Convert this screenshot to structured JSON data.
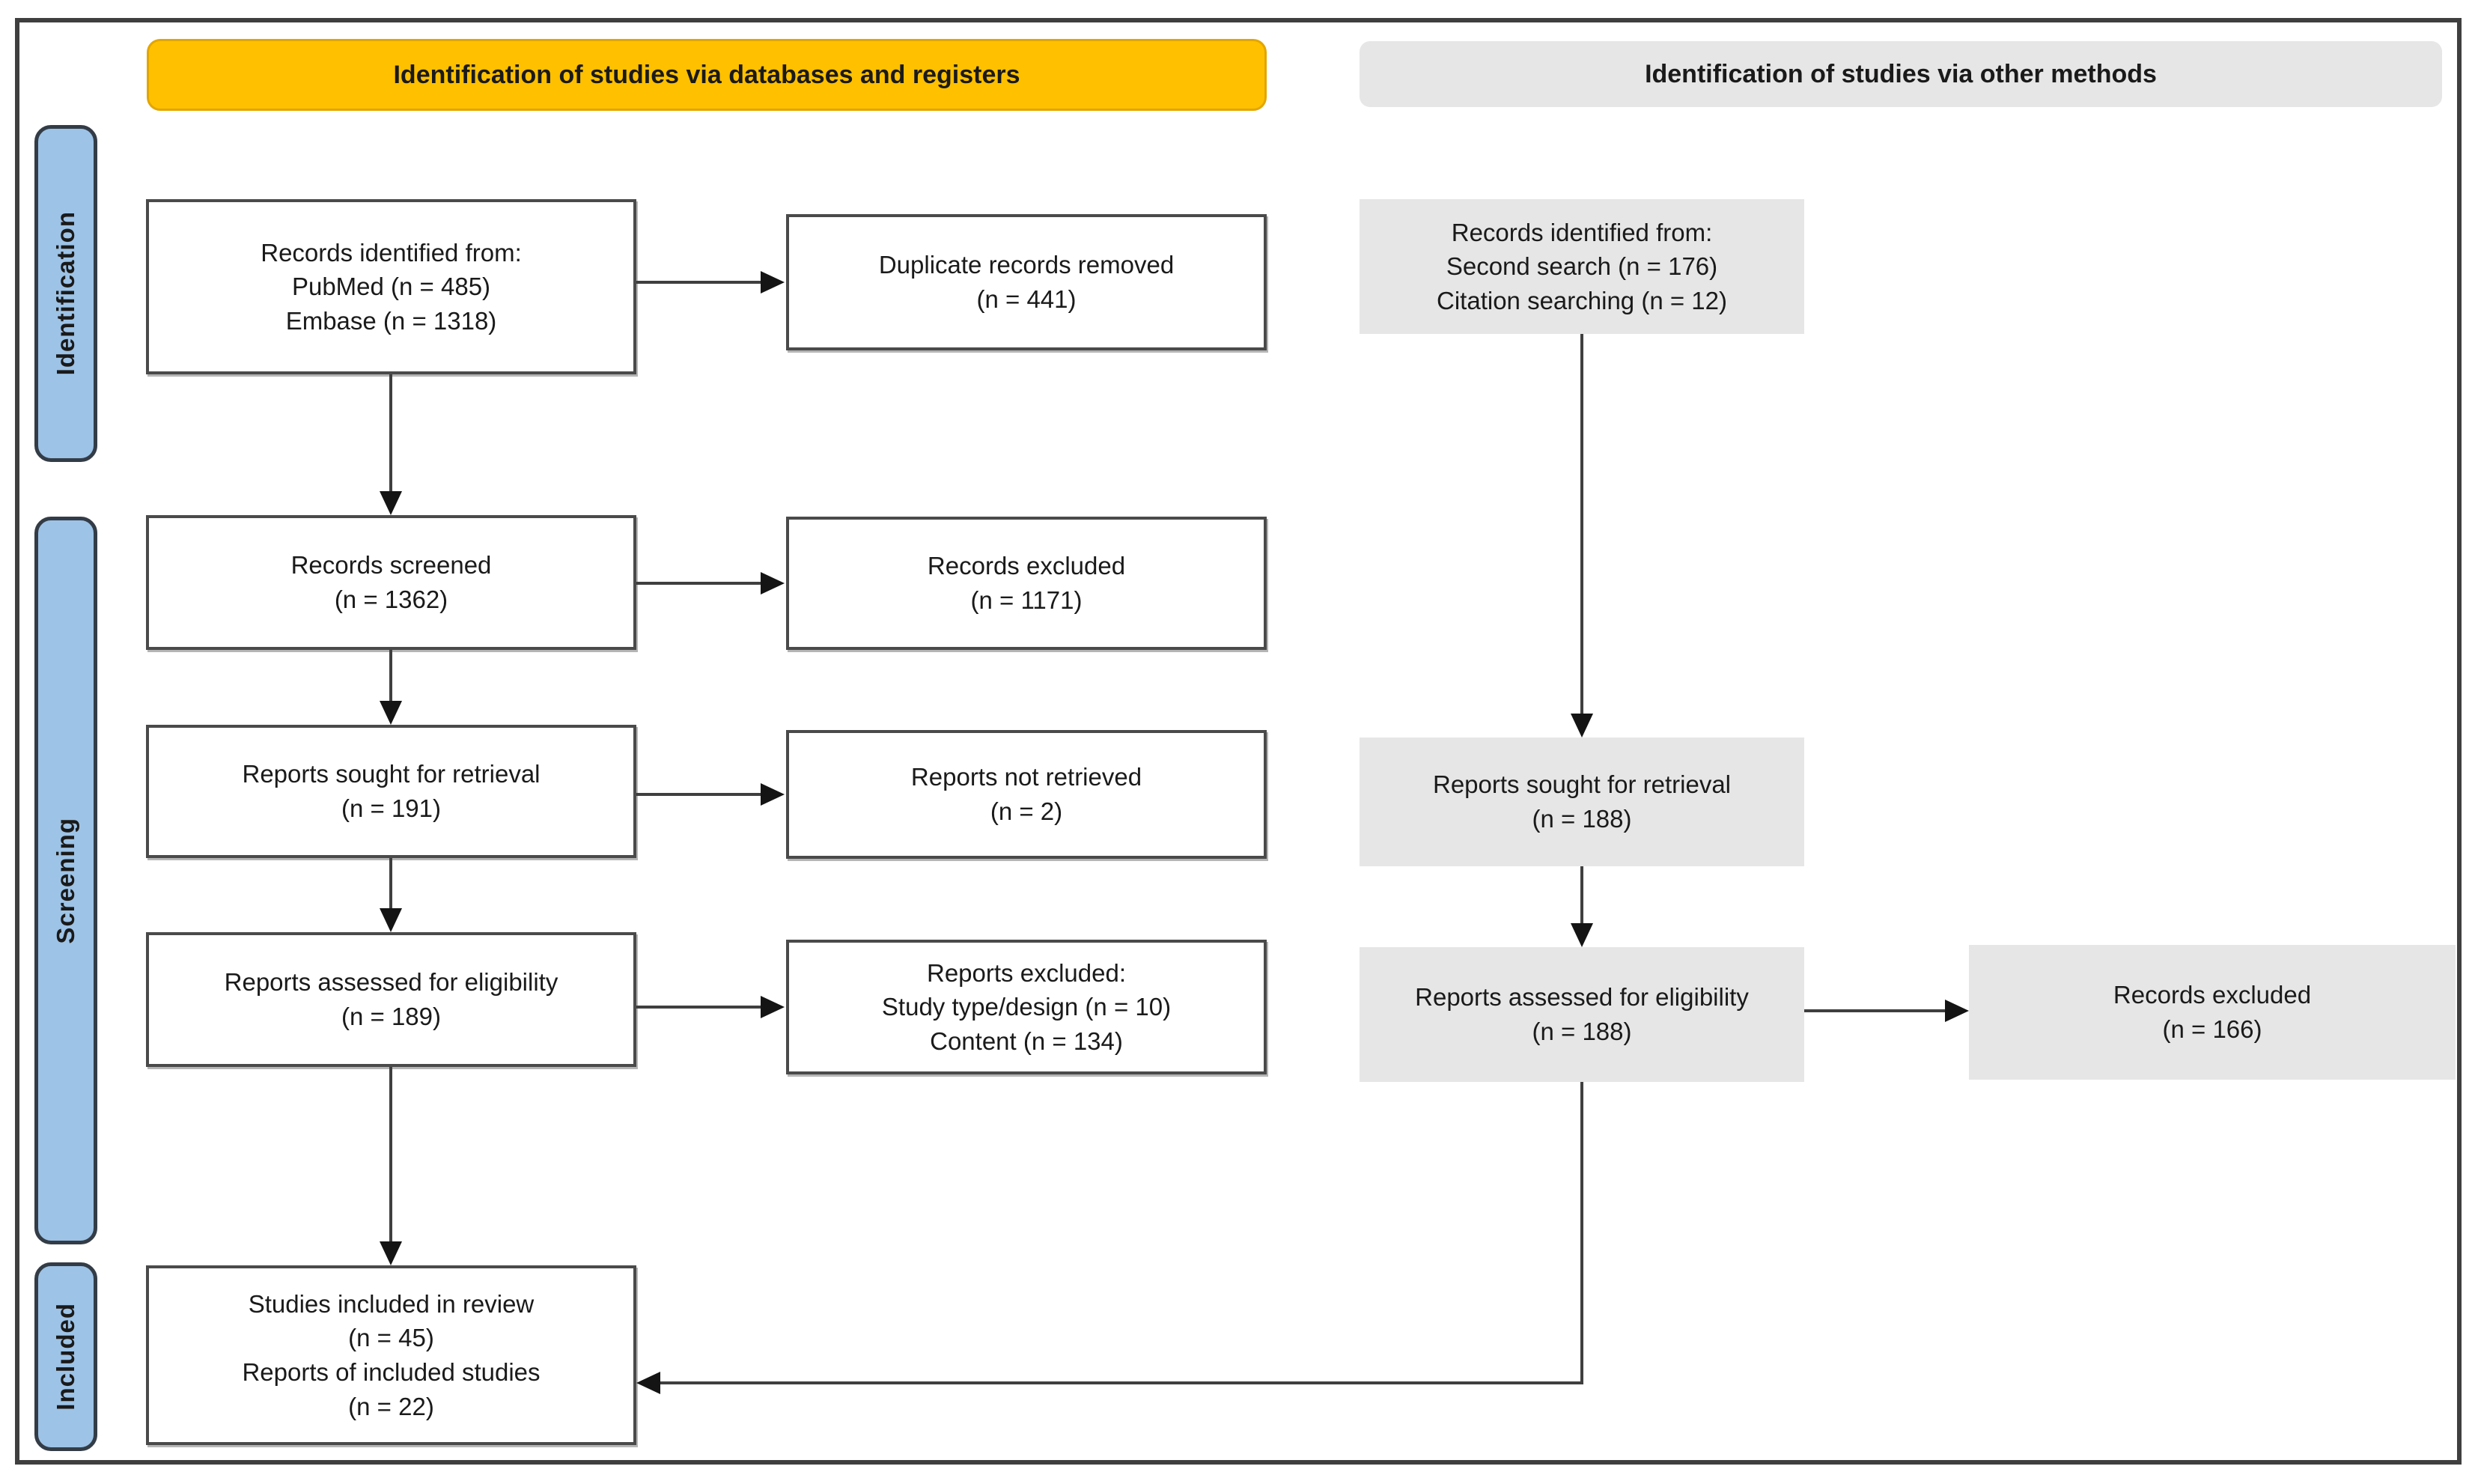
{
  "headers": {
    "databases": "Identification of studies via databases and registers",
    "other_methods": "Identification of studies via other methods"
  },
  "stages": {
    "identification": "Identification",
    "screening": "Screening",
    "included": "Included"
  },
  "boxes": {
    "records_identified_db": {
      "lines": [
        "Records identified from:",
        "PubMed (n = 485)",
        "Embase (n = 1318)"
      ]
    },
    "duplicates_removed": {
      "lines": [
        "Duplicate records removed",
        "(n = 441)"
      ]
    },
    "records_identified_other": {
      "lines": [
        "Records identified from:",
        "Second search (n = 176)",
        "Citation searching (n = 12)"
      ]
    },
    "records_screened": {
      "lines": [
        "Records screened",
        "(n = 1362)"
      ]
    },
    "records_excluded": {
      "lines": [
        "Records excluded",
        "(n = 1171)"
      ]
    },
    "reports_sought_db": {
      "lines": [
        "Reports sought for retrieval",
        "(n = 191)"
      ]
    },
    "reports_not_retrieved": {
      "lines": [
        "Reports not retrieved",
        "(n = 2)"
      ]
    },
    "reports_sought_other": {
      "lines": [
        "Reports sought for retrieval",
        "(n = 188)"
      ]
    },
    "reports_assessed_db": {
      "lines": [
        "Reports assessed for eligibility",
        "(n = 189)"
      ]
    },
    "reports_excluded_reasons": {
      "lines": [
        "Reports excluded:",
        "Study type/design (n = 10)",
        "Content (n = 134)"
      ]
    },
    "reports_assessed_other": {
      "lines": [
        "Reports assessed for eligibility",
        "(n = 188)"
      ]
    },
    "records_excluded_other": {
      "lines": [
        "Records excluded",
        "(n = 166)"
      ]
    },
    "studies_included": {
      "lines": [
        "Studies included in review",
        "(n = 45)",
        "Reports of included studies",
        "(n = 22)"
      ]
    }
  },
  "colors": {
    "header_accent": "#FFC000",
    "stage_fill": "#9DC3E6",
    "gray_fill": "#E7E6E6",
    "box_border": "#4A4A4A",
    "line": "#3F3F3F"
  }
}
